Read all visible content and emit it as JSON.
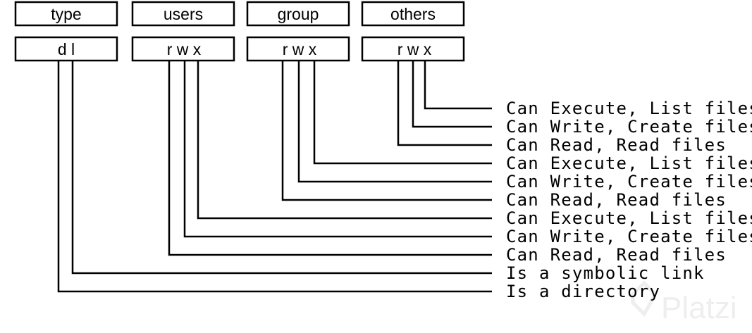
{
  "columns": [
    {
      "header": "type",
      "letters": "d l"
    },
    {
      "header": "users",
      "letters": "r w x"
    },
    {
      "header": "group",
      "letters": "r w x"
    },
    {
      "header": "others",
      "letters": "r w x"
    }
  ],
  "descriptions": [
    "Can Execute, List files",
    "Can Write, Create files",
    "Can Read, Read files",
    "Can Execute, List files",
    "Can Write, Create files",
    "Can Read, Read files",
    "Can Execute, List files",
    "Can Write, Create files",
    "Can Read, Read files",
    "Is a symbolic link",
    "Is a directory"
  ],
  "watermark": {
    "text": "Platzi",
    "color": "#eeeeee"
  },
  "colors": {
    "line": "#000000",
    "background": "#ffffff"
  }
}
